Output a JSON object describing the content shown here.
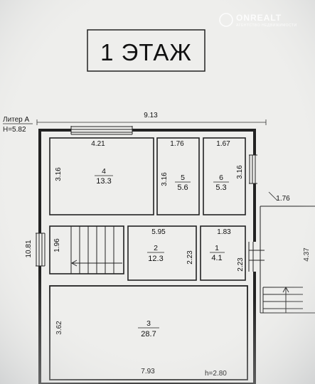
{
  "title": "1 ЭТАЖ",
  "liter": "Литер А",
  "height_label": "Н=5.82",
  "watermark": {
    "name": "ONREALT",
    "tagline": "АГЕНТСТВО НЕДВИЖИМОСТИ"
  },
  "dimensions": {
    "overall_width": "9.13",
    "overall_height": "10.81",
    "porch_width": "1.76",
    "porch_height": "4.37"
  },
  "rooms": [
    {
      "number": "4",
      "area": "13.3",
      "width": "4.21",
      "height": "3.16"
    },
    {
      "number": "5",
      "area": "5.6",
      "width": "1.76",
      "height": "3.16"
    },
    {
      "number": "6",
      "area": "5.3",
      "width": "1.67",
      "height": "3.16"
    },
    {
      "number": "2",
      "area": "12.3",
      "width": "5.95",
      "height": "2.23"
    },
    {
      "number": "1",
      "area": "4.1",
      "width": "1.83",
      "height": "2.23"
    },
    {
      "number": "3",
      "area": "28.7",
      "width": "7.93",
      "height": "3.62"
    }
  ],
  "stair_dimension": "1.96",
  "ceiling_height": "h=2.80"
}
